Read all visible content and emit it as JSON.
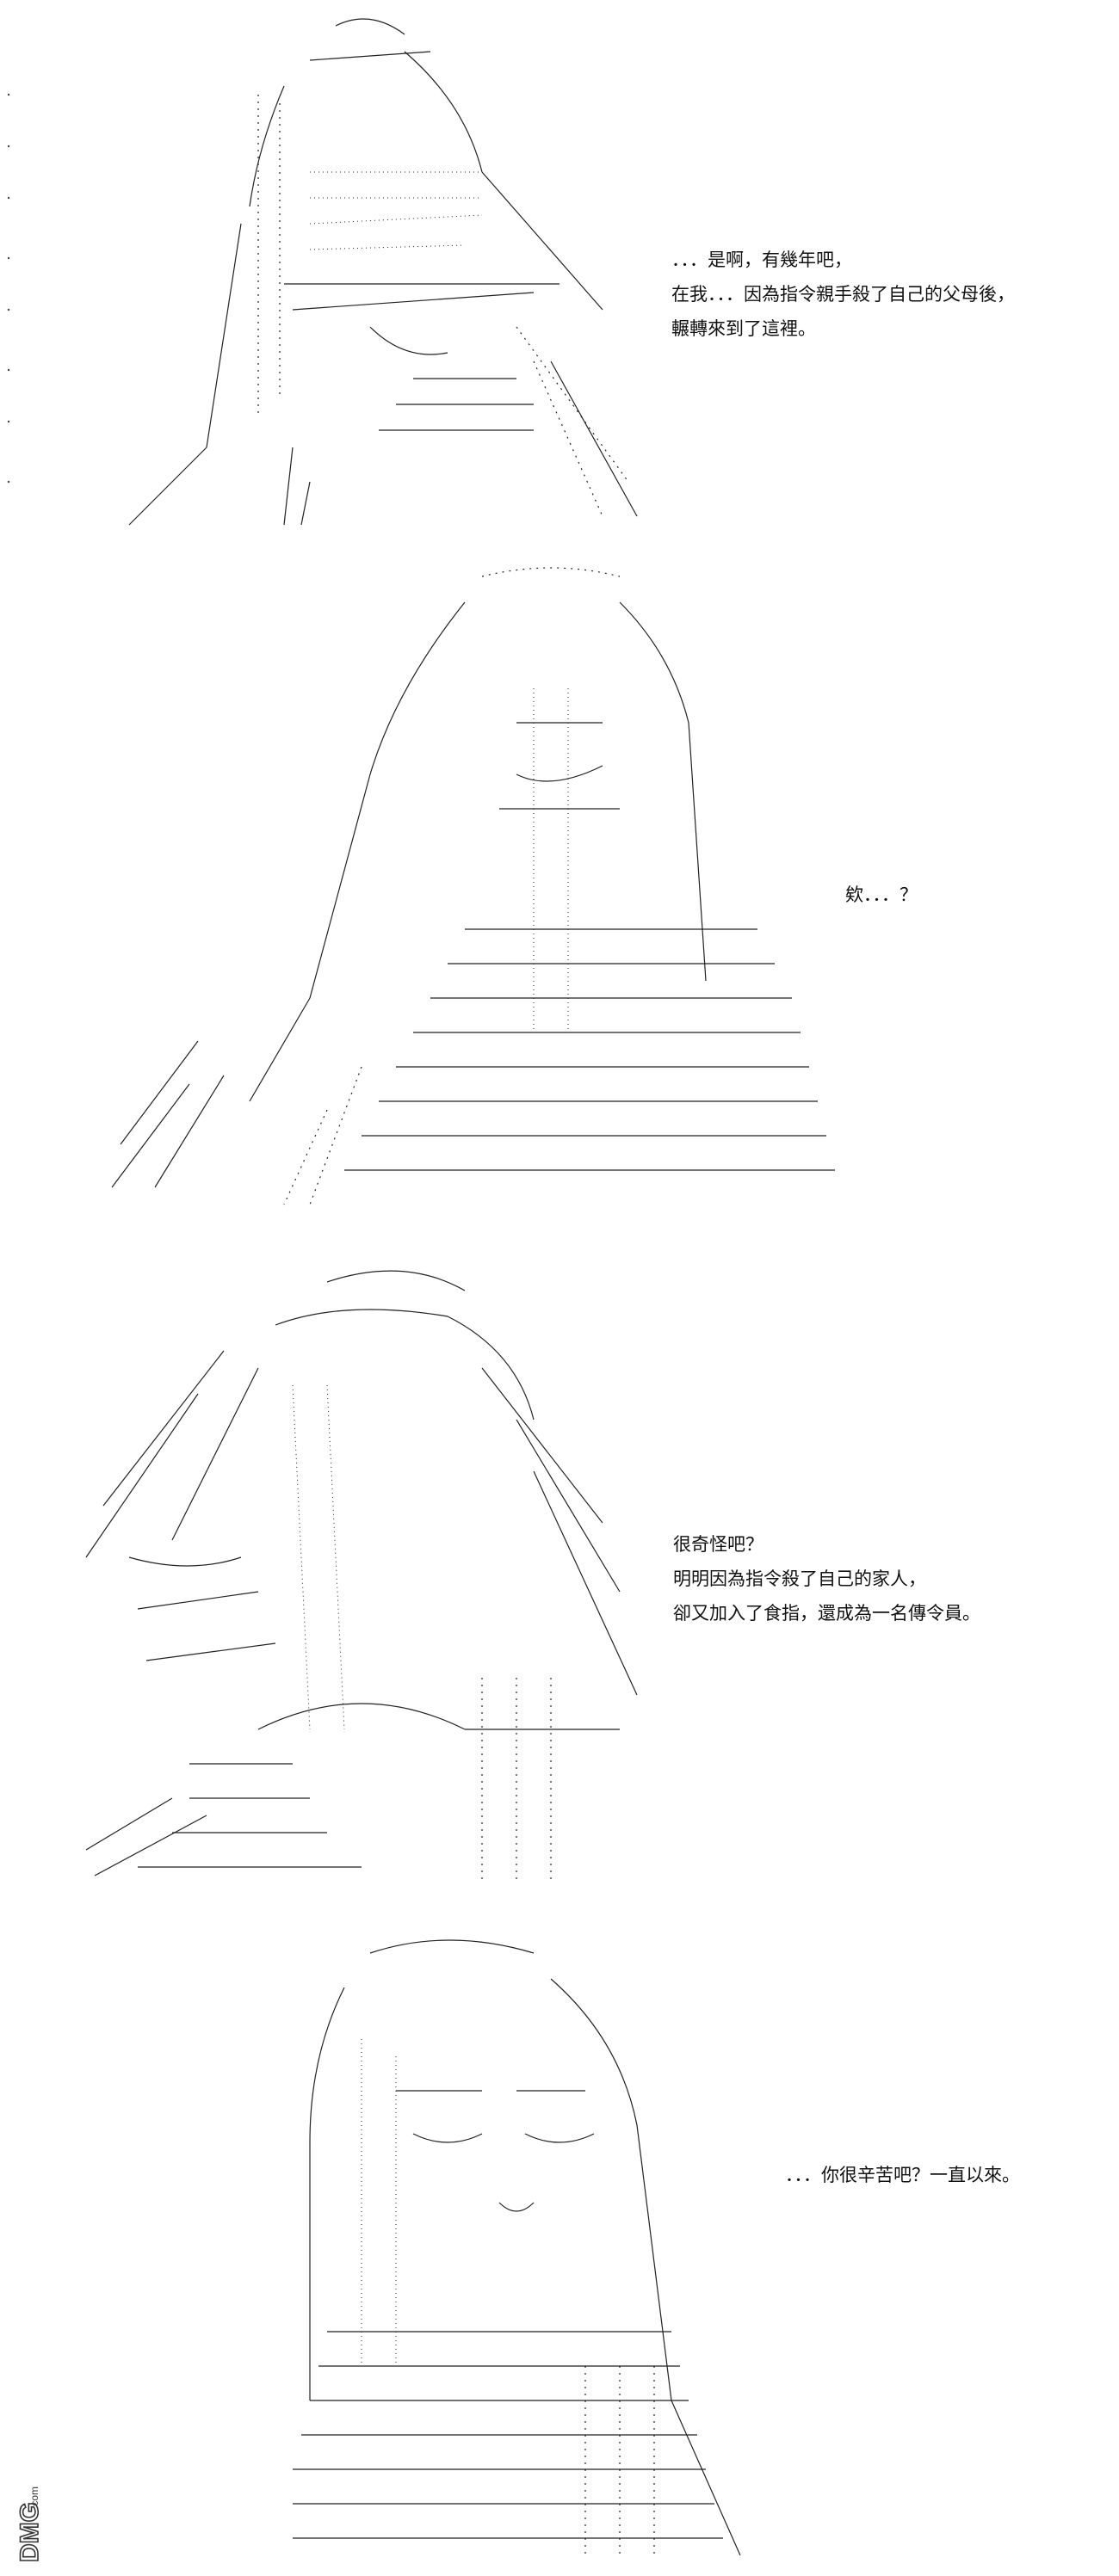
{
  "panels": [
    {
      "lines": [
        "．．．是啊，有幾年吧，",
        "在我．．．因為指令親手殺了自己的父母後，",
        "輾轉來到了這裡。"
      ]
    },
    {
      "lines": [
        "欸．．．？"
      ]
    },
    {
      "lines": [
        "很奇怪吧？",
        "明明因為指令殺了自己的家人，",
        "卻又加入了食指，還成為一名傳令員。"
      ]
    },
    {
      "lines": [
        "．．．你很辛苦吧？一直以來。"
      ]
    }
  ],
  "watermark": {
    "brand": "DMG",
    "domain": ".com"
  },
  "colors": {
    "ink": "#222222",
    "background": "#ffffff"
  }
}
